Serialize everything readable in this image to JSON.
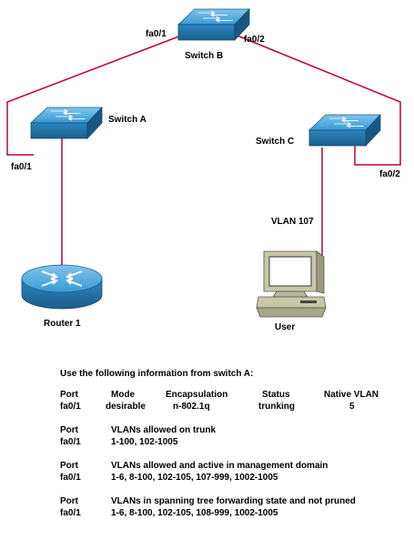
{
  "devices": {
    "switch_b": {
      "label": "Switch B",
      "port_left": "fa0/1",
      "port_right": "fa0/2"
    },
    "switch_a": {
      "label": "Switch A",
      "port": "fa0/1"
    },
    "switch_c": {
      "label": "Switch C",
      "port": "fa0/2"
    },
    "router": {
      "label": "Router 1"
    },
    "user": {
      "label": "User",
      "vlan": "VLAN 107"
    }
  },
  "info": {
    "heading": "Use the following information from switch A:",
    "table1": {
      "headers": [
        "Port",
        "Mode",
        "Encapsulation",
        "Status",
        "Native VLAN"
      ],
      "values": [
        "fa0/1",
        "desirable",
        "n-802.1q",
        "trunking",
        "5"
      ]
    },
    "table2": {
      "headers": [
        "Port",
        "VLANs allowed on trunk"
      ],
      "values": [
        "fa0/1",
        "1-100, 102-1005"
      ]
    },
    "table3": {
      "headers": [
        "Port",
        "VLANs allowed and active in management domain"
      ],
      "values": [
        "fa0/1",
        "1-6, 8-100, 102-105, 107-999, 1002-1005"
      ]
    },
    "table4": {
      "headers": [
        "Port",
        "VLANs in spanning tree forwarding state and not pruned"
      ],
      "values": [
        "fa0/1",
        "1-6, 8-100, 102-105, 108-999, 1002-1005"
      ]
    }
  },
  "colors": {
    "link": "#c0003a",
    "device_blue": "#2a8fc8",
    "device_dark": "#1b5f8c"
  }
}
